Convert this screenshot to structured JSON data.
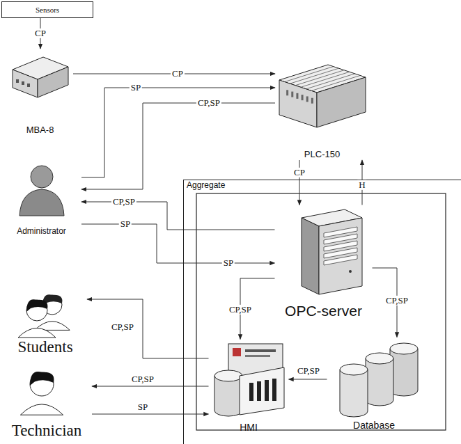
{
  "diagram": {
    "nodes": [
      {
        "text": [
          "Sensors"
        ]
      },
      {
        "text": [
          "MBA-8"
        ]
      },
      {
        "text": [
          "PLC-150"
        ]
      },
      {
        "text": [
          "Administrator"
        ]
      },
      {
        "text": [
          "Aggregate"
        ]
      },
      {
        "text": [
          "OPC-server"
        ],
        "in": 4
      },
      {
        "text": [
          "Students"
        ]
      },
      {
        "text": [
          "Technician"
        ]
      },
      {
        "text": [
          "HMI"
        ],
        "in": 4
      },
      {
        "text": [
          "Database"
        ],
        "in": 4
      }
    ],
    "edges": [
      {
        "from": 0,
        "to": 1,
        "label": "CP",
        "arrow": "to"
      },
      {
        "from": 1,
        "to": 2,
        "label": "CP",
        "arrow": "to"
      },
      {
        "from": 3,
        "to": 2,
        "label": "SP",
        "arrow": "to"
      },
      {
        "from": 2,
        "to": 3,
        "label": "CP,SP",
        "arrow": "to"
      },
      {
        "from": 2,
        "to": 5,
        "label": "CP",
        "arrow": "to"
      },
      {
        "from": 5,
        "to": 2,
        "label": "H",
        "arrow": "to"
      },
      {
        "from": 5,
        "to": 3,
        "label": "CP,SP",
        "arrow": "to"
      },
      {
        "from": 3,
        "to": 5,
        "label": "SP",
        "arrow": "to"
      },
      {
        "from": 5,
        "to": 8,
        "label": "CP,SP",
        "arrow": "to"
      },
      {
        "from": 5,
        "to": 9,
        "label": "CP,SP",
        "arrow": "to"
      },
      {
        "from": 9,
        "to": 8,
        "label": "CP,SP",
        "arrow": "to"
      },
      {
        "from": 8,
        "to": 6,
        "label": "CP,SP",
        "arrow": "to"
      },
      {
        "from": 8,
        "to": 7,
        "label": "CP,SP",
        "arrow": "to"
      },
      {
        "from": 7,
        "to": 8,
        "label": "SP",
        "arrow": "to"
      }
    ],
    "labels": [
      "SP"
    ]
  }
}
